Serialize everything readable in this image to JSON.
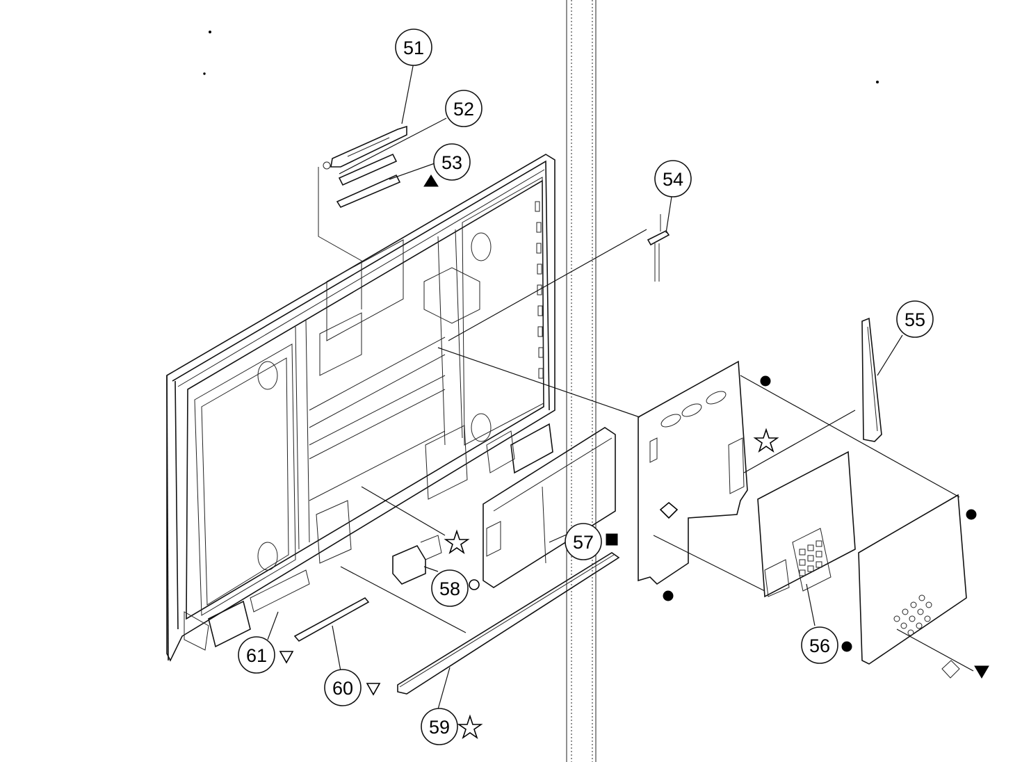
{
  "callouts": [
    {
      "id": "c51",
      "label": "51"
    },
    {
      "id": "c52",
      "label": "52"
    },
    {
      "id": "c53",
      "label": "53"
    },
    {
      "id": "c54",
      "label": "54"
    },
    {
      "id": "c55",
      "label": "55"
    },
    {
      "id": "c56",
      "label": "56"
    },
    {
      "id": "c57",
      "label": "57"
    },
    {
      "id": "c58",
      "label": "58"
    },
    {
      "id": "c59",
      "label": "59"
    },
    {
      "id": "c60",
      "label": "60"
    },
    {
      "id": "c61",
      "label": "61"
    }
  ],
  "symbols": {
    "53": "filled-triangle-up",
    "54": "none",
    "56": "filled-circle",
    "57": "filled-square",
    "58": "open-circle",
    "59": "open-star",
    "60": "open-triangle-down",
    "61": "open-triangle-down"
  },
  "colors": {
    "ink": "#111111",
    "paper": "#ffffff"
  }
}
